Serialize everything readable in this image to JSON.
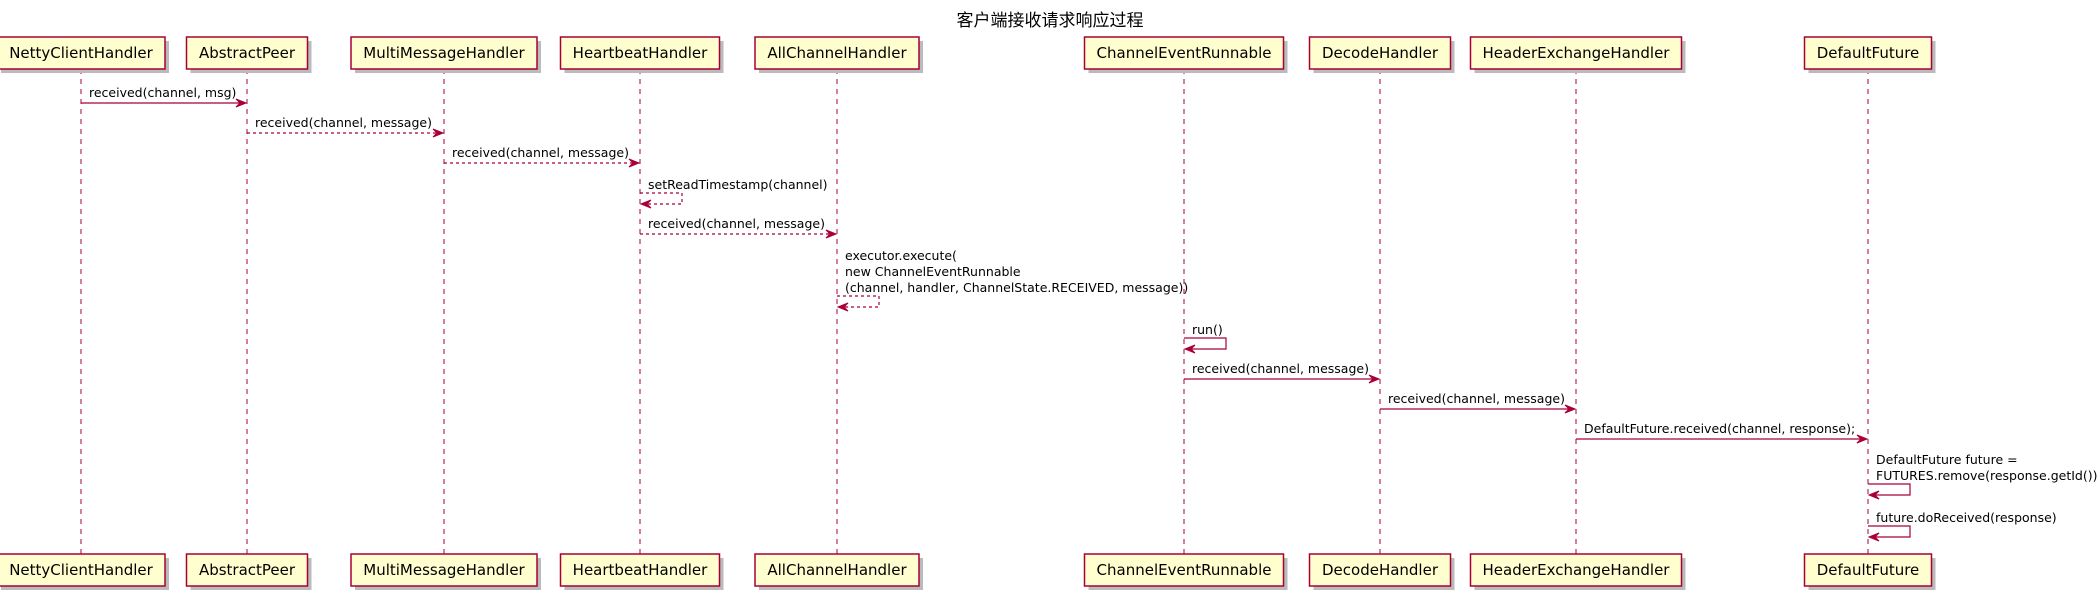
{
  "title": "客户端接收请求响应过程",
  "colors": {
    "border": "#A80036",
    "participant_fill": "#FEFECE",
    "shadow": "#bbbbbb",
    "text": "#000000"
  },
  "participants": [
    "NettyClientHandler",
    "AbstractPeer",
    "MultiMessageHandler",
    "HeartbeatHandler",
    "AllChannelHandler",
    "ChannelEventRunnable",
    "DecodeHandler",
    "HeaderExchangeHandler",
    "DefaultFuture"
  ],
  "messages": [
    {
      "from": 0,
      "to": 1,
      "style": "solid",
      "lines": [
        "received(channel, msg)"
      ]
    },
    {
      "from": 1,
      "to": 2,
      "style": "dashed",
      "lines": [
        "received(channel, message)"
      ]
    },
    {
      "from": 2,
      "to": 3,
      "style": "dashed",
      "lines": [
        "received(channel, message)"
      ]
    },
    {
      "from": 3,
      "to": 3,
      "style": "dashed",
      "lines": [
        "setReadTimestamp(channel)"
      ]
    },
    {
      "from": 3,
      "to": 4,
      "style": "dashed",
      "lines": [
        "received(channel, message)"
      ]
    },
    {
      "from": 4,
      "to": 4,
      "style": "dashed",
      "lines": [
        "executor.execute(",
        "new ChannelEventRunnable",
        "(channel, handler, ChannelState.RECEIVED, message))"
      ]
    },
    {
      "from": 5,
      "to": 5,
      "style": "solid",
      "lines": [
        "run()"
      ]
    },
    {
      "from": 5,
      "to": 6,
      "style": "solid",
      "lines": [
        "received(channel, message)"
      ]
    },
    {
      "from": 6,
      "to": 7,
      "style": "solid",
      "lines": [
        "received(channel, message)"
      ]
    },
    {
      "from": 7,
      "to": 8,
      "style": "solid",
      "lines": [
        "DefaultFuture.received(channel, response);"
      ]
    },
    {
      "from": 8,
      "to": 8,
      "style": "solid",
      "lines": [
        "DefaultFuture future =",
        "FUTURES.remove(response.getId())"
      ]
    },
    {
      "from": 8,
      "to": 8,
      "style": "solid",
      "lines": [
        "future.doReceived(response)"
      ]
    }
  ]
}
